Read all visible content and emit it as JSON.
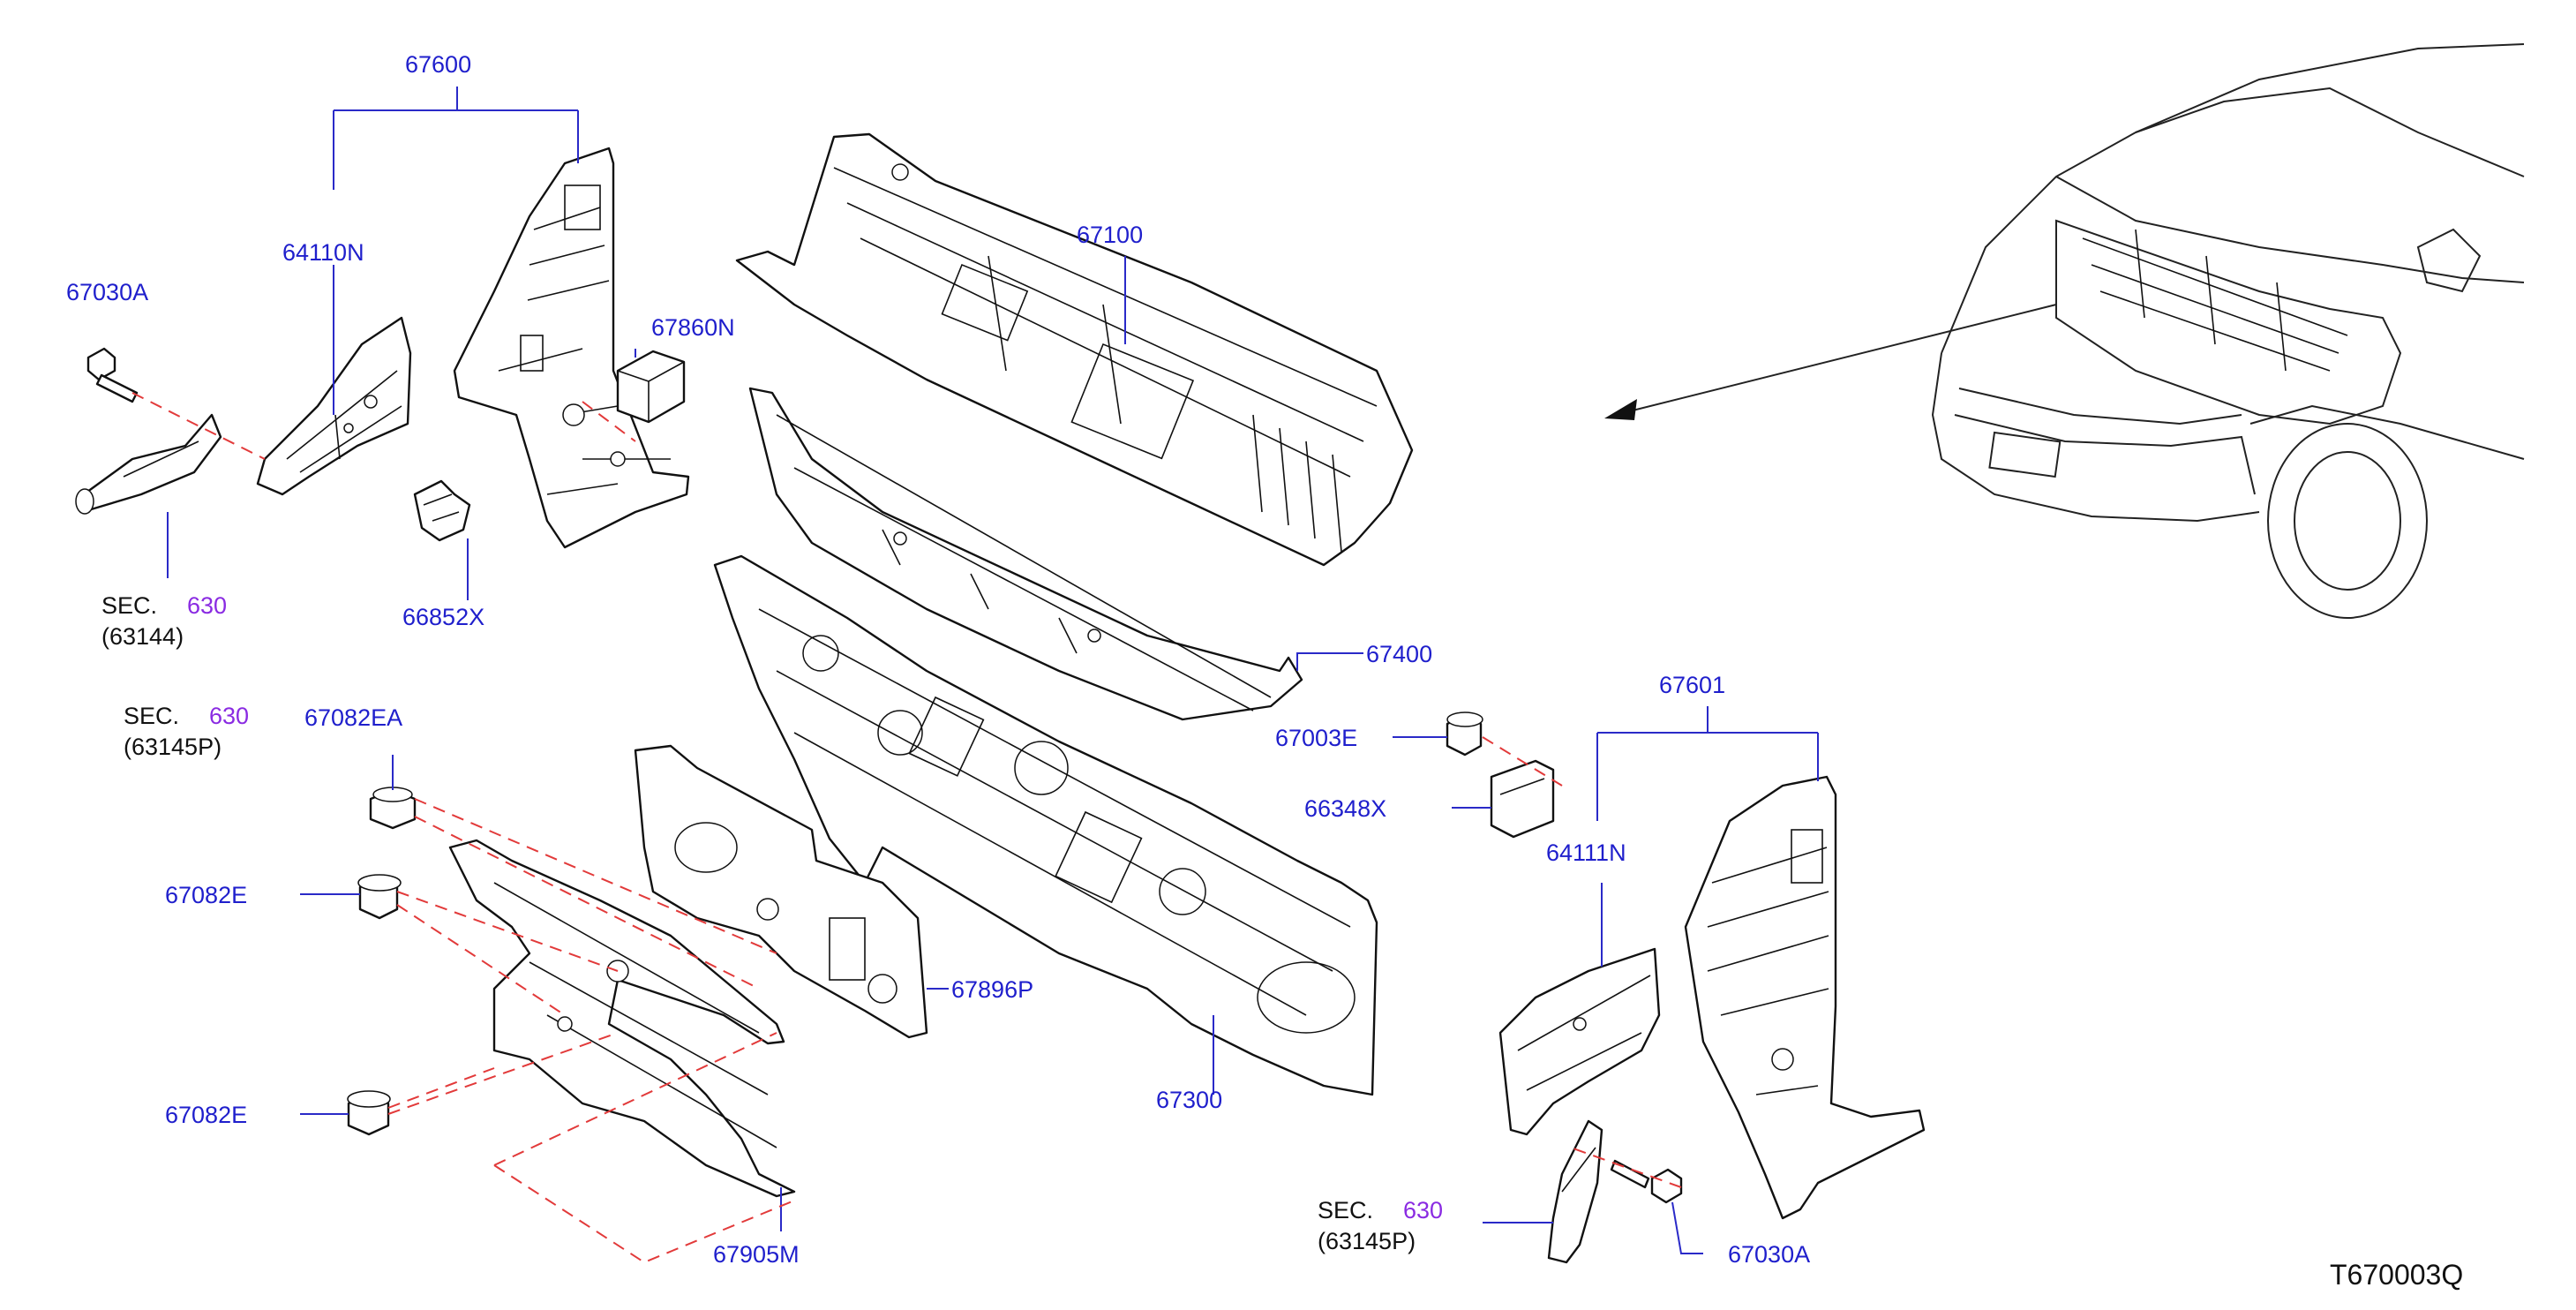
{
  "labels": {
    "l67600": "67600",
    "l64110N": "64110N",
    "l67030A_top": "67030A",
    "l67860N": "67860N",
    "l67100": "67100",
    "l66852X": "66852X",
    "sec1_prefix": "SEC.",
    "sec1_num": "630",
    "sec1_ref": "(63144)",
    "sec2_prefix": "SEC.",
    "sec2_num": "630",
    "sec2_ref": "(63145P)",
    "l67082EA": "67082EA",
    "l67082E_upper": "67082E",
    "l67082E_lower": "67082E",
    "l67896P": "67896P",
    "l67905M": "67905M",
    "l67400": "67400",
    "l67003E": "67003E",
    "l66348X": "66348X",
    "l67300": "67300",
    "l67601": "67601",
    "l64111N": "64111N",
    "sec3_prefix": "SEC.",
    "sec3_num": "630",
    "sec3_ref": "(63145P)",
    "l67030A_bottom": "67030A"
  },
  "diagram_code": "T670003Q",
  "colors": {
    "callout_text": "#1f1fcc",
    "section_number": "#8a2be2",
    "leader_line": "#2a2ac8",
    "assembly_dash": "#e23a3a",
    "line_art": "#111111"
  }
}
